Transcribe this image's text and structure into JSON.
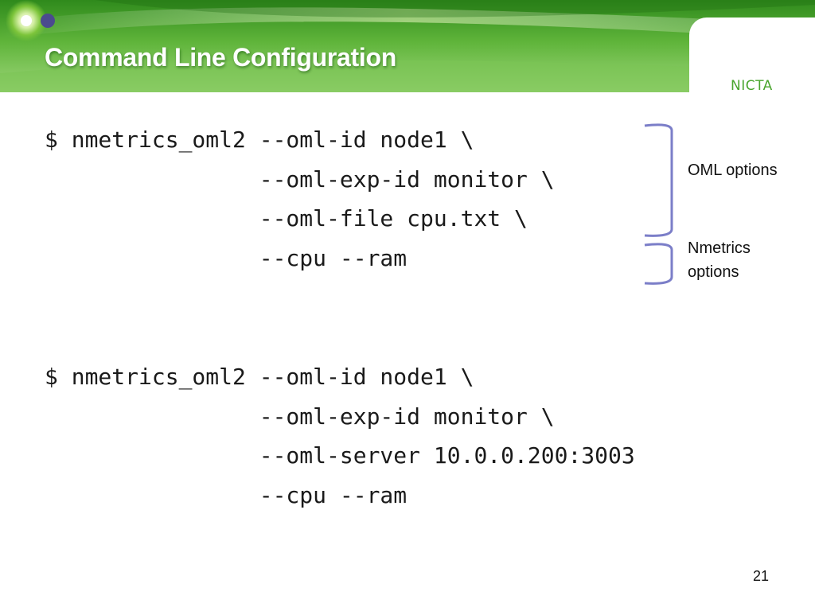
{
  "slide": {
    "title": "Command Line Configuration",
    "logo_text": "NICTA",
    "page_number": "21"
  },
  "code_blocks": [
    "$ nmetrics_oml2 --oml-id node1 \\\n                --oml-exp-id monitor \\\n                --oml-file cpu.txt \\\n                --cpu --ram",
    "$ nmetrics_oml2 --oml-id node1 \\\n                --oml-exp-id monitor \\\n                --oml-server 10.0.0.200:3003\n                --cpu --ram"
  ],
  "annotations": {
    "oml_options": "OML options",
    "nmetrics_options": "Nmetrics options"
  },
  "colors": {
    "header_green": "#5fb43a",
    "logo_green": "#4aa52e",
    "logo_dot": "#4b4b8e",
    "bracket": "#7b7ec8"
  }
}
